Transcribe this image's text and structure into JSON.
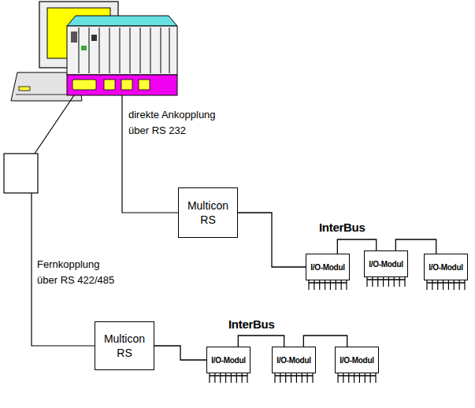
{
  "diagram": {
    "nodes": [
      {
        "text": [
          "Multicon RS"
        ]
      },
      {
        "text": [
          "I/O-Modul"
        ]
      },
      {
        "text": [
          "I/O-Modul"
        ]
      },
      {
        "text": [
          "I/O-Modul"
        ]
      },
      {
        "text": [
          "Multicon RS"
        ]
      },
      {
        "text": [
          "I/O-Modul"
        ]
      },
      {
        "text": [
          "I/O-Modul"
        ]
      },
      {
        "text": [
          "I/O-Modul"
        ]
      }
    ],
    "edges": [
      {
        "from": 0,
        "to": 1,
        "arrow": "none"
      },
      {
        "from": 1,
        "to": 2,
        "arrow": "none"
      },
      {
        "from": 2,
        "to": 3,
        "arrow": "none"
      },
      {
        "from": 4,
        "to": 5,
        "arrow": "none"
      },
      {
        "from": 5,
        "to": 6,
        "arrow": "none"
      },
      {
        "from": 6,
        "to": 7,
        "arrow": "none"
      }
    ],
    "labels": [
      "direkte Ankopplung über RS 232",
      "InterBus",
      "Fernkopplung über RS 422/485",
      "InterBus"
    ]
  }
}
